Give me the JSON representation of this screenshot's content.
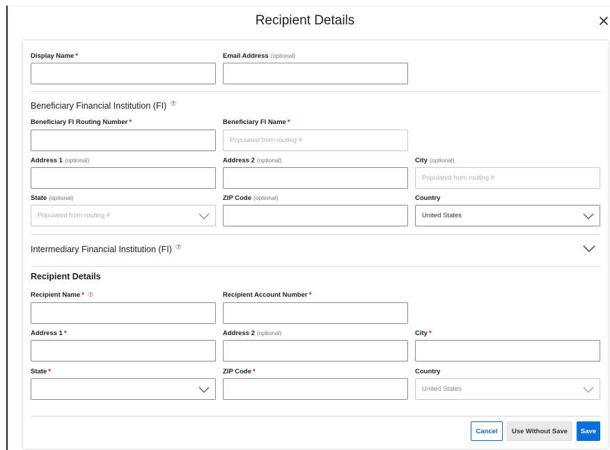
{
  "dialog": {
    "title": "Recipient Details"
  },
  "general": {
    "display_name_label": "Display Name",
    "email_label": "Email Address",
    "email_optional": "(optional)"
  },
  "beneficiary": {
    "section_title": "Beneficiary Financial Institution (FI)",
    "routing_label": "Beneficiary FI Routing Number",
    "fi_name_label": "Beneficiary FI Name",
    "fi_name_placeholder": "Populated from routing #",
    "address1_label": "Address 1",
    "address1_optional": "(optional)",
    "address2_label": "Address 2",
    "address2_optional": "(optional)",
    "city_label": "City",
    "city_optional": "(optional)",
    "city_placeholder": "Populated from routing #",
    "state_label": "State",
    "state_optional": "(optional)",
    "state_placeholder": "Populated from routing #",
    "zip_label": "ZIP Code",
    "zip_optional": "(optional)",
    "country_label": "Country",
    "country_value": "United States"
  },
  "intermediary": {
    "section_title": "Intermediary Financial Institution (FI)"
  },
  "recipient": {
    "section_title": "Recipient Details",
    "name_label": "Recipient Name",
    "account_label": "Recipient Account Number",
    "address1_label": "Address 1",
    "address2_label": "Address 2",
    "address2_optional": "(optional)",
    "city_label": "City",
    "state_label": "State",
    "zip_label": "ZIP Code",
    "country_label": "Country",
    "country_value": "United States"
  },
  "common": {
    "required_mark": "*",
    "help_glyph": "⑦"
  },
  "actions": {
    "cancel": "Cancel",
    "use_without_save": "Use Without Save",
    "save": "Save"
  },
  "colors": {
    "primary": "#0b6fd9",
    "required": "#d0021b"
  },
  "icons": {
    "close": "close-icon",
    "chevron": "chevron-down-icon",
    "help": "help-icon"
  }
}
